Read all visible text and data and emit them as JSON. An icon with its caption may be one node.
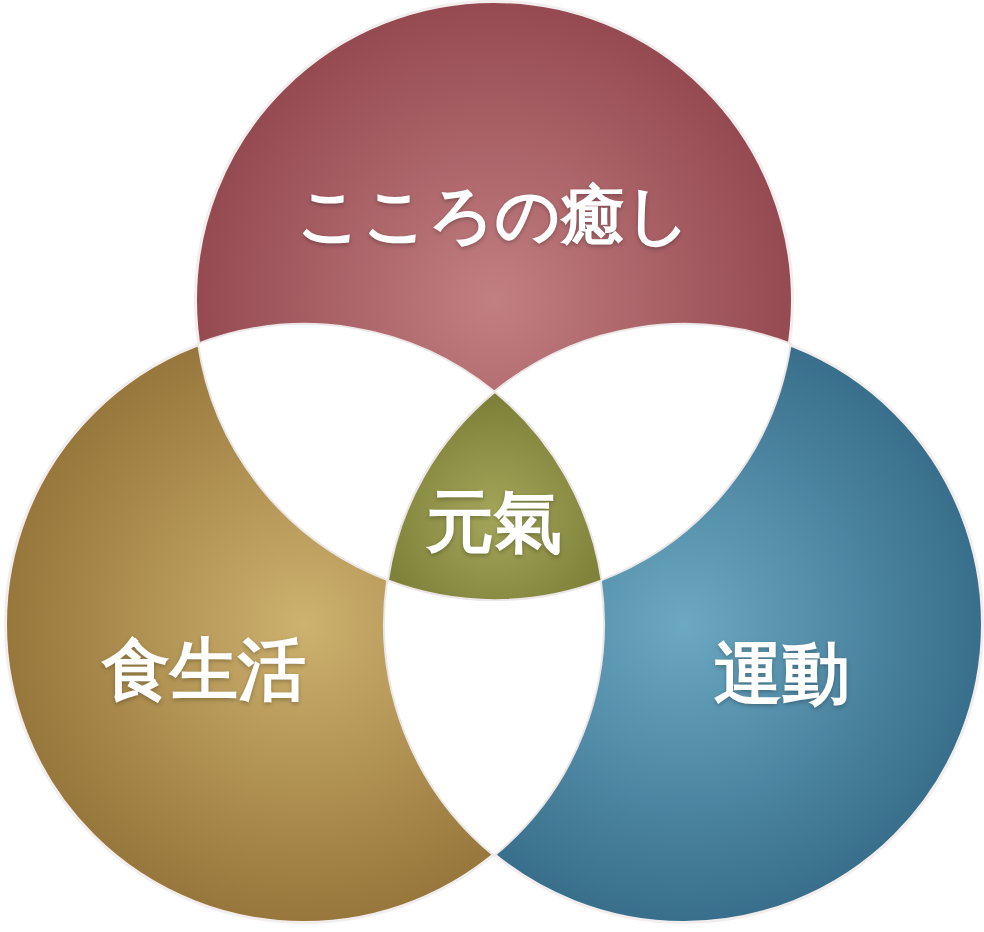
{
  "diagram": {
    "nodes": [
      {
        "text": [
          "こころの癒し"
        ]
      },
      {
        "text": [],
        "shape": "lens"
      },
      {
        "text": [],
        "shape": "lens"
      },
      {
        "text": [
          "元氣"
        ]
      },
      {
        "text": [],
        "shape": "lens"
      },
      {
        "text": [
          "食生活"
        ]
      },
      {
        "text": [
          "運動"
        ]
      }
    ]
  }
}
